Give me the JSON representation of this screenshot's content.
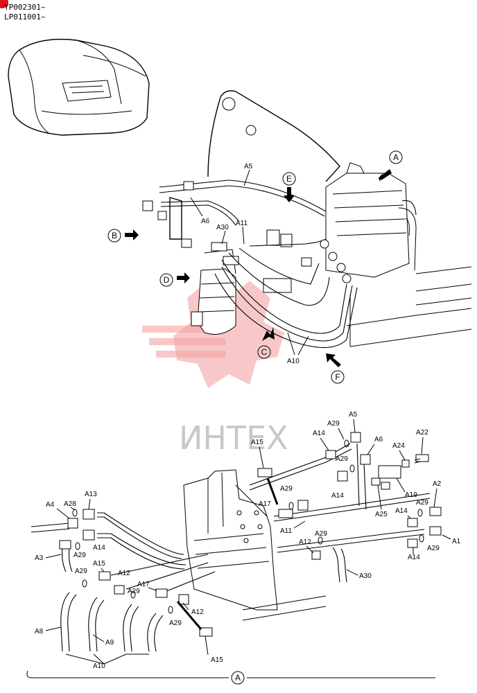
{
  "serials": [
    "YP002301~",
    "LP011001~"
  ],
  "watermark": "ИНТЕХ",
  "view_markers": {
    "A_top": "A",
    "B": "B",
    "C": "C",
    "D": "D",
    "E": "E",
    "F": "F",
    "A_bottom": "A"
  },
  "labels": {
    "top": {
      "A5": "A5",
      "A6": "A6",
      "A30": "A30",
      "A11": "A11",
      "A10": "A10"
    },
    "detail": {
      "A1": "A1",
      "A2": "A2",
      "A3": "A3",
      "A4": "A4",
      "A5": "A5",
      "A6": "A6",
      "A8": "A8",
      "A9": "A9",
      "A10": "A10",
      "A11": "A11",
      "A12_a": "A12",
      "A12_b": "A12",
      "A12_c": "A12",
      "A13": "A13",
      "A14_a": "A14",
      "A14_b": "A14",
      "A14_c": "A14",
      "A14_d": "A14",
      "A14_e": "A14",
      "A15_a": "A15",
      "A15_b": "A15",
      "A15_c": "A15",
      "A17_a": "A17",
      "A17_b": "A17",
      "A19": "A19",
      "A22": "A22",
      "A24": "A24",
      "A25": "A25",
      "A28": "A28",
      "A29_a": "A29",
      "A29_b": "A29",
      "A29_c": "A29",
      "A29_d": "A29",
      "A29_e": "A29",
      "A29_f": "A29",
      "A29_g": "A29",
      "A29_h": "A29",
      "A29_i": "A29",
      "A29_j": "A29",
      "A30": "A30"
    }
  },
  "colors": {
    "line": "#000000",
    "watermark_gear": "#f4a3a3",
    "watermark_text": "#9a9a9a",
    "corner_mark": "#e0101e"
  }
}
